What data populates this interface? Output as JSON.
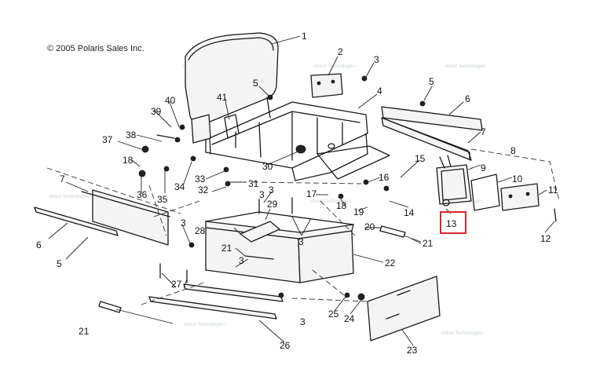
{
  "copyright": "© 2005 Polaris Sales Inc.",
  "watermark": "vMost Technologies",
  "highlight_color": "#d9262b",
  "highlighted_part": "13",
  "callouts": [
    "1",
    "2",
    "3",
    "3",
    "3",
    "3",
    "3",
    "3",
    "3",
    "4",
    "5",
    "5",
    "5",
    "6",
    "6",
    "7",
    "7",
    "8",
    "9",
    "10",
    "11",
    "12",
    "13",
    "14",
    "15",
    "16",
    "17",
    "18",
    "18",
    "19",
    "20",
    "21",
    "21",
    "21",
    "22",
    "23",
    "24",
    "25",
    "26",
    "27",
    "28",
    "29",
    "30",
    "31",
    "32",
    "33",
    "34",
    "35",
    "36",
    "37",
    "38",
    "39",
    "40",
    "41"
  ]
}
